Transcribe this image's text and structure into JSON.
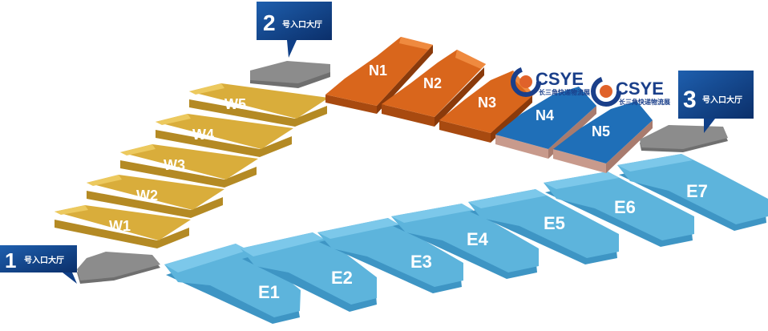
{
  "entrances": [
    {
      "number": "1",
      "label": "号入口大厅"
    },
    {
      "number": "2",
      "label": "号入口大厅"
    },
    {
      "number": "3",
      "label": "号入口大厅"
    }
  ],
  "halls": {
    "west": [
      "W1",
      "W2",
      "W3",
      "W4",
      "W5"
    ],
    "north": [
      "N1",
      "N2",
      "N3",
      "N4",
      "N5"
    ],
    "east": [
      "E1",
      "E2",
      "E3",
      "E4",
      "E5",
      "E6",
      "E7"
    ]
  },
  "logos": [
    {
      "name": "CSYE",
      "subtitle": "长三角快递物流展"
    },
    {
      "name": "CSYE",
      "subtitle": "长三角快递物流展"
    }
  ],
  "colors": {
    "west": "#d9ad3b",
    "north": "#d9661c",
    "north_special": "#1f6fb8",
    "east": "#5db4dc",
    "lobby": "#8c8c8c",
    "sign": "#0f3f87"
  }
}
